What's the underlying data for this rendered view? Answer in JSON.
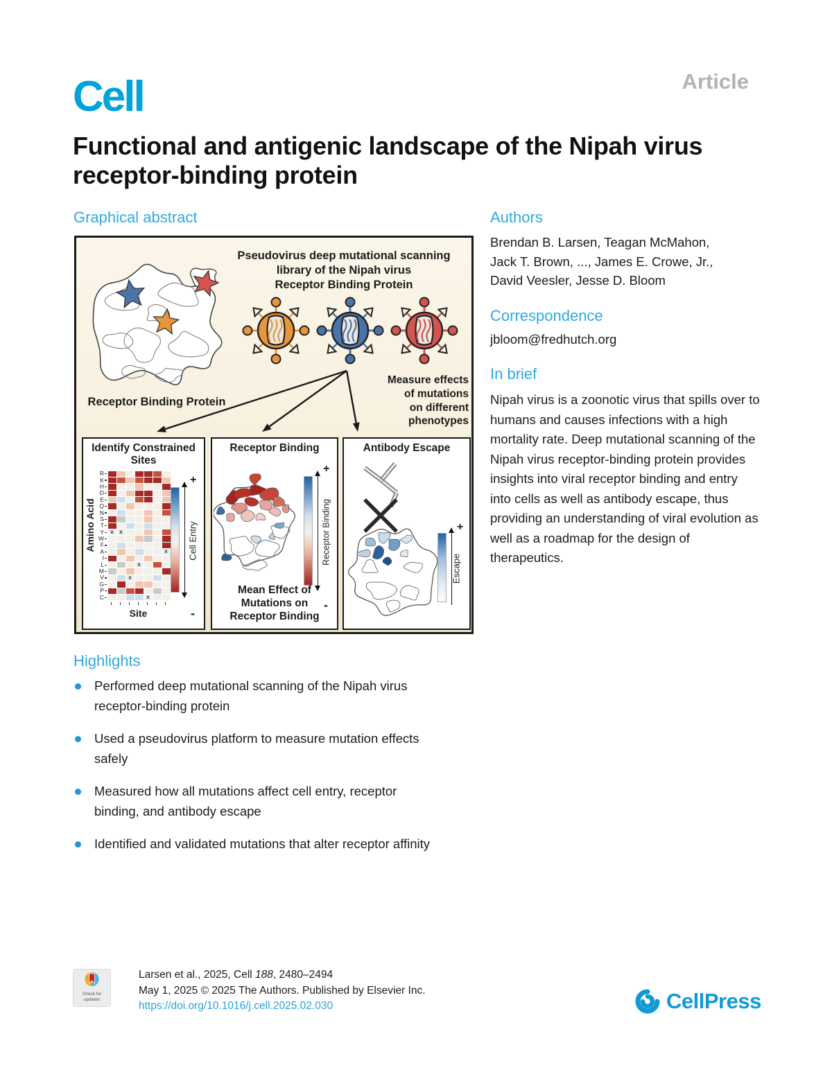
{
  "page": {
    "article_label": "Article",
    "journal_logo": "Cell",
    "title": "Functional and antigenic landscape of the Nipah virus receptor-binding protein"
  },
  "colors": {
    "heading_blue": "#2ea9e0",
    "logo_blue": "#00a3da",
    "article_gray": "#b3b3b3",
    "link_blue": "#2ba0d8",
    "virus_orange": "#e8963c",
    "virus_blue": "#4a74a8",
    "virus_red": "#d4544e",
    "heat_dark_red": "#a32a26",
    "heat_red": "#c8503c",
    "heat_salmon": "#f0c6b2",
    "heat_light_blue": "#cfdeec",
    "heat_gray": "#c9c9c9",
    "cream_background": "#f8f0de"
  },
  "graphical_abstract": {
    "heading": "Graphical abstract",
    "pseudovirus_caption": "Pseudovirus deep mutational scanning\nlibrary of the Nipah virus\nReceptor Binding Protein",
    "protein_label": "Receptor Binding Protein",
    "measure_caption": "Measure effects\nof mutations\non different\nphenotypes",
    "panels": {
      "constrained": {
        "title": "Identify Constrained\nSites",
        "y_axis": "Amino Acid",
        "x_axis": "Site",
        "colorbar_label": "Cell Entry",
        "plus": "+",
        "minus": "-",
        "x_mark": "x",
        "amino_acids": [
          "R",
          "K",
          "H",
          "D",
          "E",
          "Q",
          "N",
          "S",
          "T",
          "Y",
          "W",
          "F",
          "A",
          "I",
          "L",
          "M",
          "V",
          "G",
          "P",
          "C"
        ],
        "heatmap": [
          "DSWDDRW",
          "DRSRDDS",
          "DWWSWWD",
          "DWSDDWS",
          "SBWRDWS",
          "DWSWWWD",
          "WBWWSWR",
          "DGWWSWW",
          "DWBWBWW",
          "XXWWSWR",
          "WWWSGWD",
          "WBWWWWD",
          "WSWBWWX",
          "DWSWSWW",
          "WGWXWRW",
          "GWSWWWD",
          "WBXWWBW",
          "WDWSSWW",
          "DGRDWGW",
          "WWBBXWW"
        ]
      },
      "binding": {
        "title": "Receptor Binding",
        "caption": "Mean Effect of\nMutations on\nReceptor Binding",
        "colorbar_label": "Receptor Binding",
        "plus": "+",
        "minus": "-"
      },
      "escape": {
        "title": "Antibody Escape",
        "colorbar_label": "Escape",
        "plus": "+"
      }
    }
  },
  "authors": {
    "heading": "Authors",
    "lines": [
      "Brendan B. Larsen, Teagan McMahon,",
      "Jack T. Brown, ..., James E. Crowe, Jr.,",
      "David Veesler, Jesse D. Bloom"
    ]
  },
  "correspondence": {
    "heading": "Correspondence",
    "email": "jbloom@fredhutch.org"
  },
  "in_brief": {
    "heading": "In brief",
    "text": "Nipah virus is a zoonotic virus that spills over to humans and causes infections with a high mortality rate. Deep mutational scanning of the Nipah virus receptor-binding protein provides insights into viral receptor binding and entry into cells as well as antibody escape, thus providing an understanding of viral evolution as well as a roadmap for the design of therapeutics."
  },
  "highlights": {
    "heading": "Highlights",
    "items": [
      "Performed deep mutational scanning of the Nipah virus\nreceptor-binding protein",
      "Used a pseudovirus platform to measure mutation effects\nsafely",
      "Measured how all mutations affect cell entry, receptor\nbinding, and antibody escape",
      "Identified and validated mutations that alter receptor affinity"
    ]
  },
  "footer": {
    "citation_prefix": "Larsen et al., 2025, Cell ",
    "citation_volume": "188",
    "citation_pages": ", 2480–2494",
    "line2": "May 1, 2025 © 2025 The Authors. Published by Elsevier Inc.",
    "doi": "https://doi.org/10.1016/j.cell.2025.02.030",
    "badge_line1": "Check for",
    "badge_line2": "updates",
    "publisher": "CellPress"
  }
}
